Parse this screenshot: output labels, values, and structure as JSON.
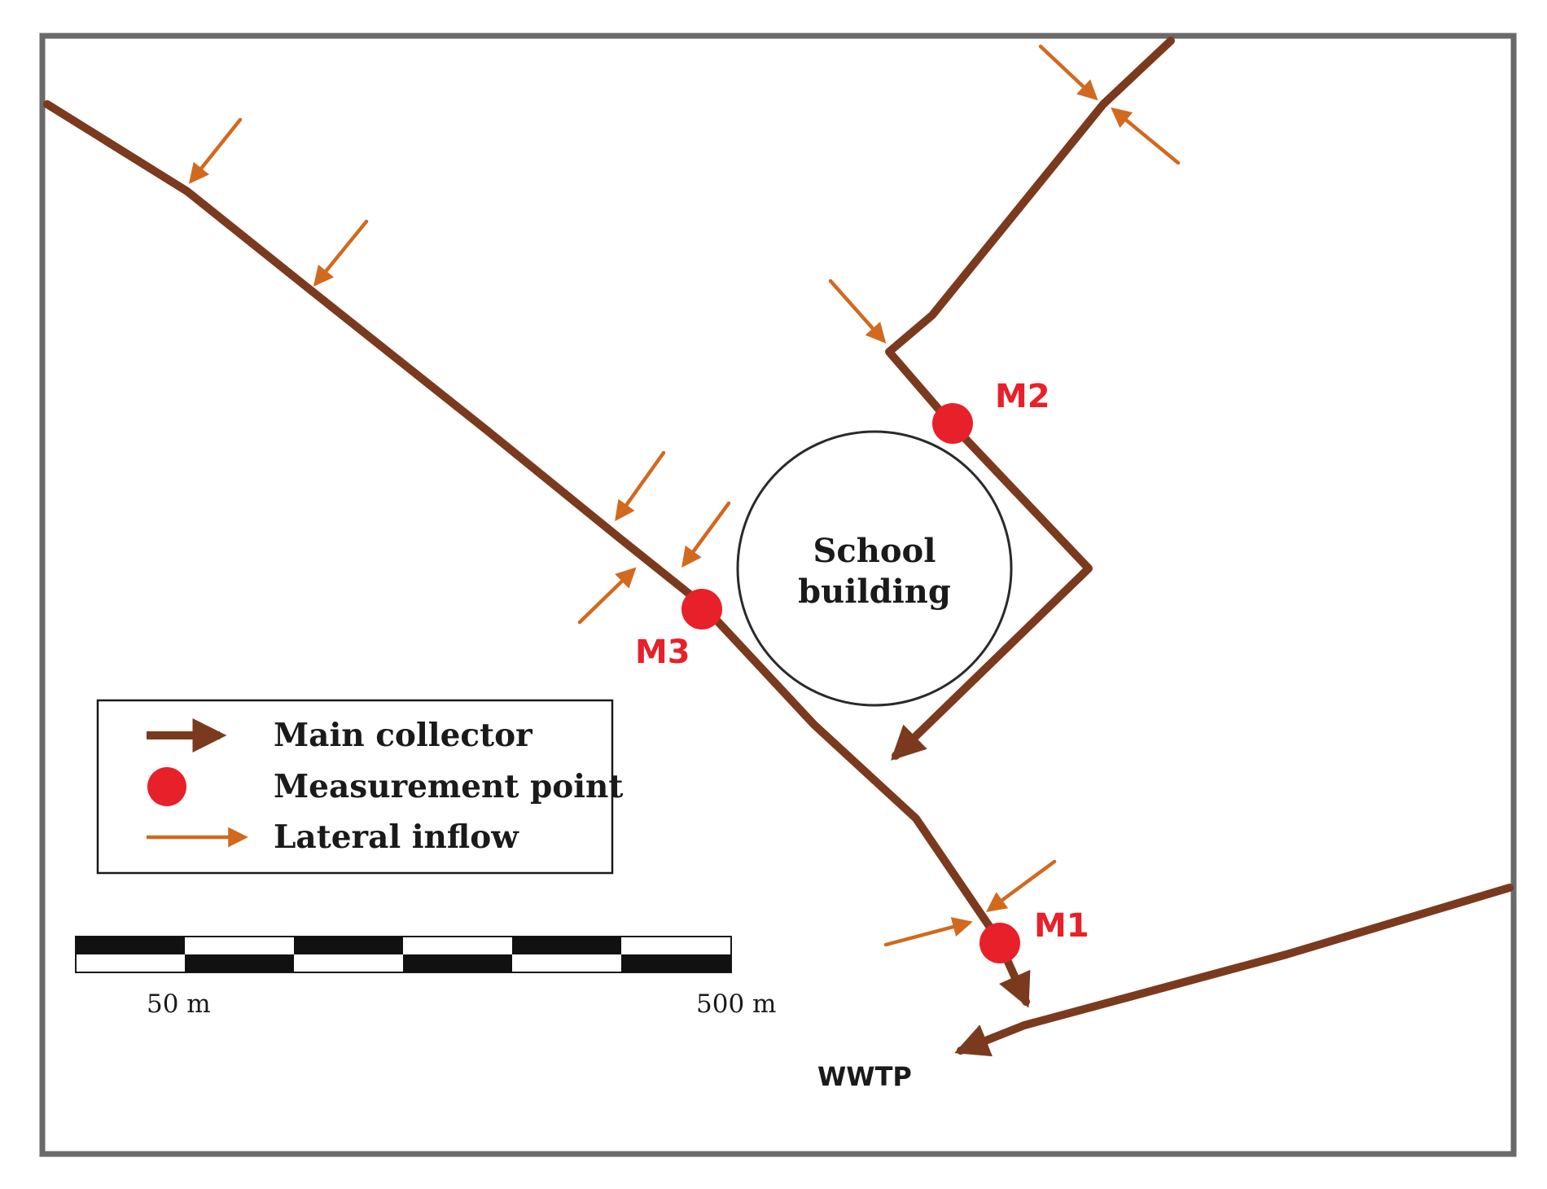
{
  "colors": {
    "main_collector": "#7b3a1d",
    "lateral_inflow": "#d2691e",
    "measurement_point": "#e8202a",
    "frame": "#6a6a6a"
  },
  "map": {
    "building_label_line1": "School",
    "building_label_line2": "building",
    "outlet_label": "WWTP",
    "measurement_points": [
      {
        "id": "M1",
        "label": "M1"
      },
      {
        "id": "M2",
        "label": "M2"
      },
      {
        "id": "M3",
        "label": "M3"
      }
    ]
  },
  "legend": {
    "items": [
      {
        "symbol": "main-collector-arrow",
        "label": "Main collector"
      },
      {
        "symbol": "measurement-point-dot",
        "label": "Measurement point"
      },
      {
        "symbol": "lateral-inflow-arrow",
        "label": "Lateral inflow"
      }
    ]
  },
  "scale_bar": {
    "label_left": "50 m",
    "label_right": "500 m"
  }
}
